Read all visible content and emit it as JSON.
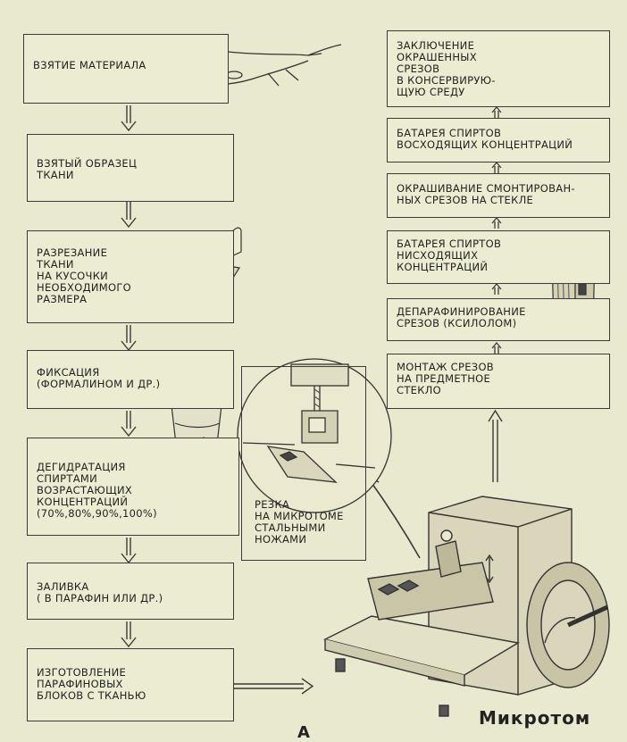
{
  "left_steps": [
    "Взятие материала",
    "Взятый образец\nткани",
    "Разрезание\nткани\nна кусочки\nнеобходимого\nразмера",
    "Фиксация\n(формалином и др.)",
    "Дегидратация\nспиртами\nвозрастающих\nконцентраций\n(70%,80%,90%,100%)",
    "Заливка\n( в парафин или др.)",
    "Изготовление\nпарафиновых\nблоков с тканью"
  ],
  "right_steps": [
    "Заключение\nокрашенных\nсрезов\nв консервирую-\nщую среду",
    "Батарея спиртов\nвосходящих концентраций",
    "Окрашивание смонтирован-\nных срезов на стекле",
    "Батарея спиртов\nнисходящих\nконцентраций",
    "Депарафинирование\nсрезов (ксилолом)",
    "Монтаж срезов\nна предметное\nстекло"
  ],
  "inset_caption": "Резка\nна микротоме\nстальными\nножами",
  "microtome_label": "Микротом",
  "figure_letter": "А"
}
